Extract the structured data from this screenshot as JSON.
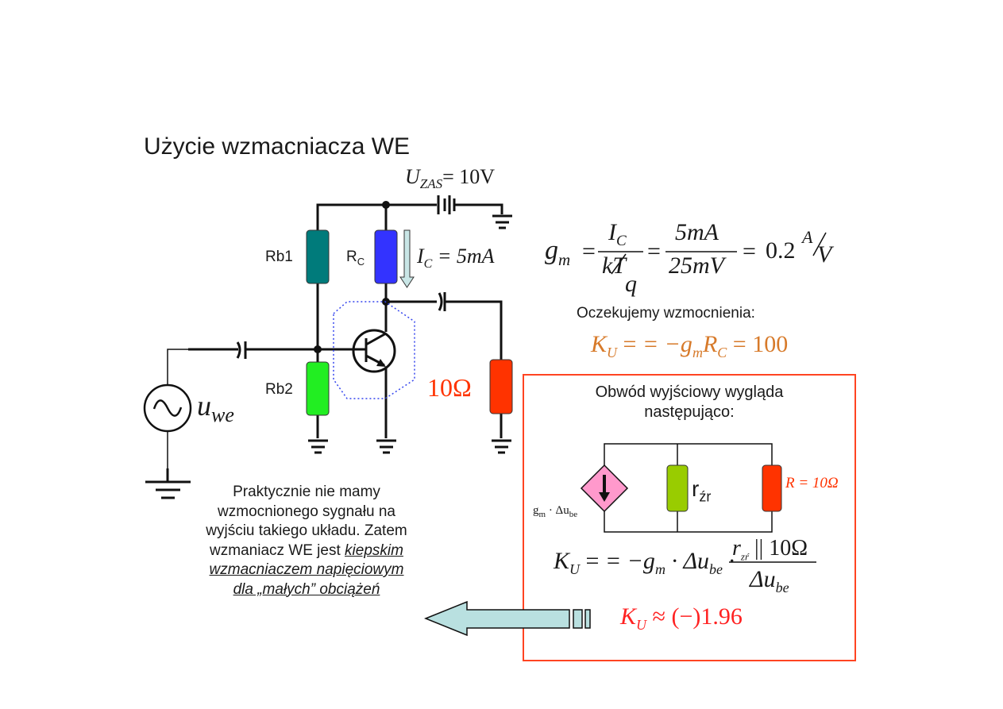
{
  "slide": {
    "title": "Użycie wzmacniacza WE"
  },
  "circuit": {
    "supply_label_main": "U",
    "supply_label_sub": "ZAS",
    "supply_label_value": "= 10V",
    "rb1_label": "Rb1",
    "rb2_label": "Rb2",
    "rc_label_main": "R",
    "rc_label_sub": "C",
    "ic_label_main": "I",
    "ic_label_sub": "C",
    "ic_label_value": "= 5mA",
    "source_label_main": "u",
    "source_label_sub": "we",
    "load_label": "10Ω",
    "colors": {
      "rb1": "#007b7b",
      "rc": "#3333ff",
      "rb2": "#22ee22",
      "load": "#ff3300",
      "current_arrow": "#c9e6e6",
      "transistor_outline": "#3344ee"
    }
  },
  "formulas": {
    "gm_lhs": "g",
    "gm_lhs_sub": "m",
    "gm_num1": "I",
    "gm_num1_sub": "C",
    "gm_den1_a": "kT",
    "gm_den1_b": "q",
    "gm_num2": "5mA",
    "gm_den2": "25mV",
    "gm_result": "0.2",
    "gm_unit_num": "A",
    "gm_unit_den": "V",
    "expect_label": "Oczekujemy wzmocnienia:",
    "ku_expected": "K",
    "ku_expected_sub": "U",
    "ku_expected_mid": "= −g",
    "ku_expected_mid_sub": "m",
    "ku_expected_r": "R",
    "ku_expected_r_sub": "C",
    "ku_expected_value": "= 100",
    "expected_color": "#d77a2a"
  },
  "output_box": {
    "title_line1": "Obwód wyjściowy wygląda",
    "title_line2": "następująco:",
    "border_color": "#ff4422",
    "source_label": "g",
    "source_label_sub": "m",
    "source_label_rest": " · Δu",
    "source_label_rest_sub": "be",
    "rzr_label": "r",
    "rzr_label_sub": "źr",
    "r_label": "R = 10Ω",
    "ku_lhs": "K",
    "ku_lhs_sub": "U",
    "ku_mid": "= −g",
    "ku_mid_sub": "m",
    "ku_mid2": " · Δu",
    "ku_mid2_sub": "be",
    "ku_frac_num": "r",
    "ku_frac_num_sub": "zŕ",
    "ku_frac_num_rest": " || 10Ω",
    "ku_frac_den": "Δu",
    "ku_frac_den_sub": "be",
    "ku_result_k": "K",
    "ku_result_sub": "U",
    "ku_result_value": "≈ (−)1.96",
    "colors": {
      "source": "#ff99cc",
      "rzr": "#99cc00",
      "r": "#ff3300",
      "result": "#ff2222"
    }
  },
  "note": {
    "line1": "Praktycznie nie mamy",
    "line2": "wzmocnionego sygnału na",
    "line3": "wyjściu takiego układu. Zatem",
    "line4_plain": "wzmaniacz WE jest ",
    "line4_em": "kiepskim",
    "line5_em": "wzmacniaczem napięciowym",
    "line6_em": "dla „małych” obciążeń"
  },
  "arrow": {
    "fill": "#b9e0e0"
  }
}
